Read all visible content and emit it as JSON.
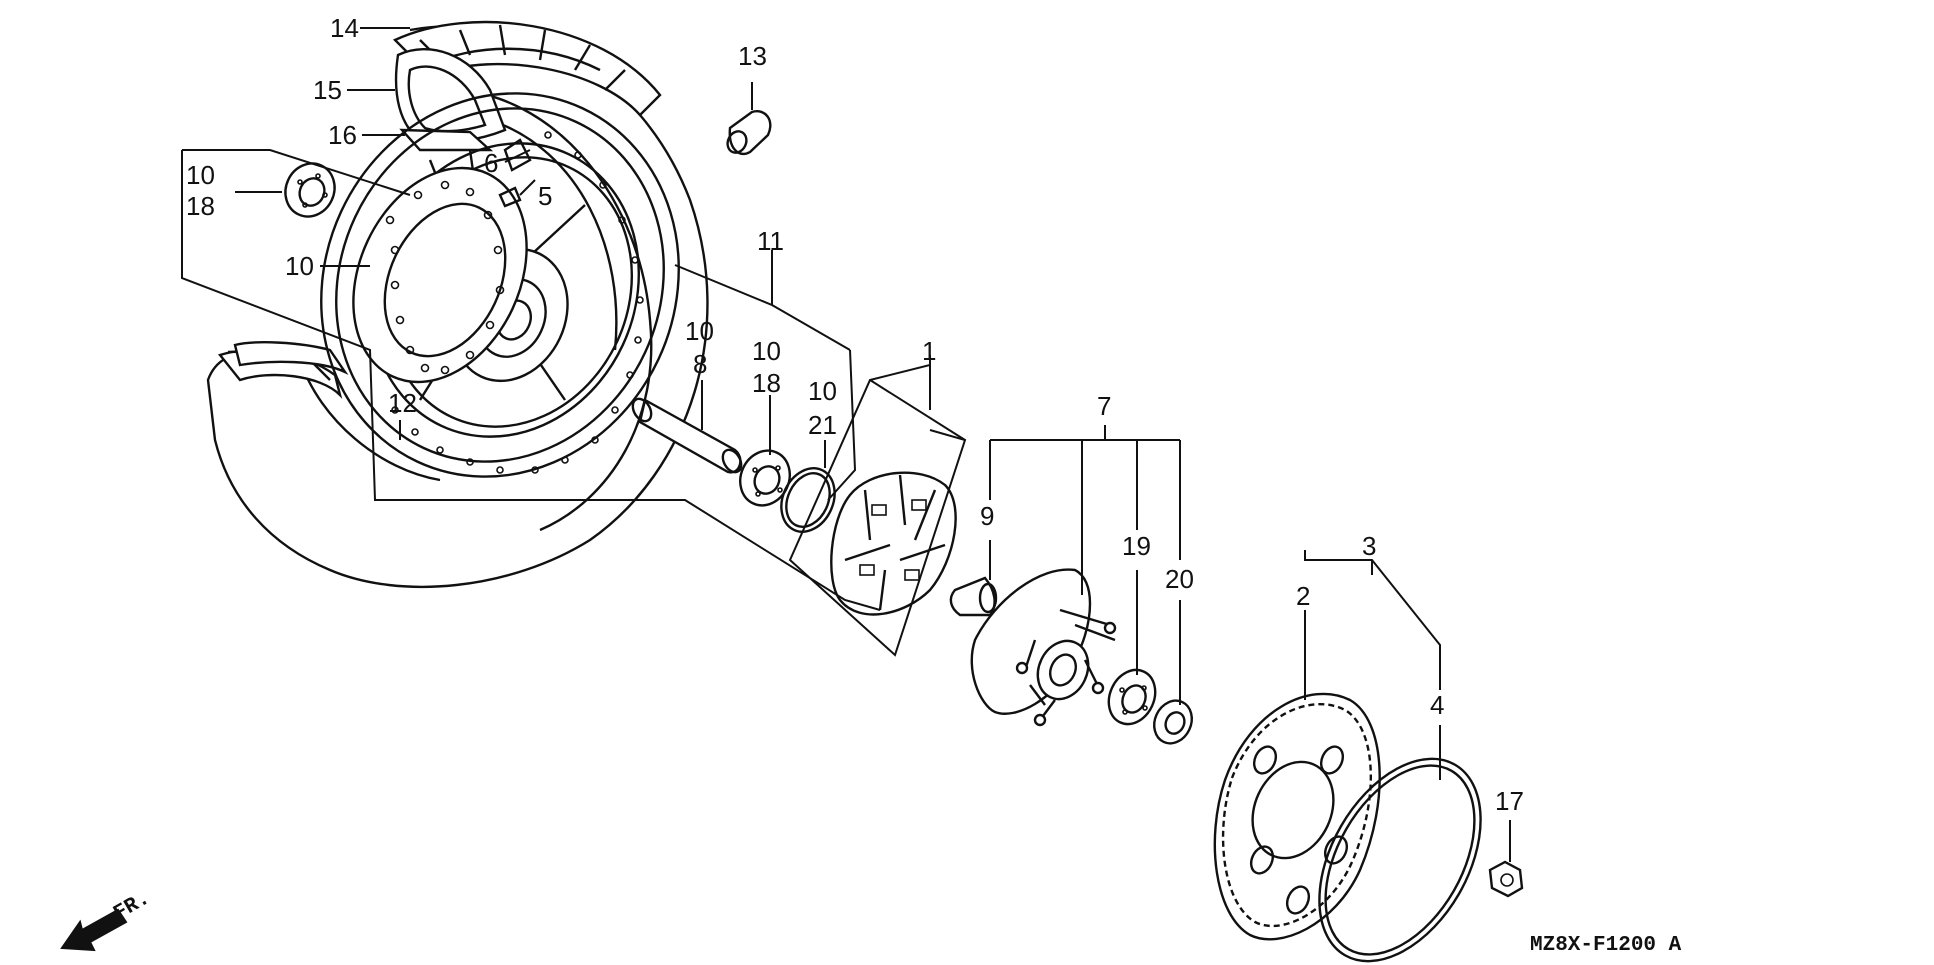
{
  "diagram": {
    "drawing_code": "MZ8X-F1200 A",
    "front_marker": "FR.",
    "callouts": {
      "c1": "1",
      "c2": "2",
      "c3": "3",
      "c4": "4",
      "c5": "5",
      "c6": "6",
      "c7": "7",
      "c8": "8",
      "c9": "9",
      "c10a": "10",
      "c10b": "10",
      "c10c": "10",
      "c10d": "10",
      "c10e": "10",
      "c11": "11",
      "c12": "12",
      "c13": "13",
      "c14": "14",
      "c15": "15",
      "c16": "16",
      "c17": "17",
      "c18a": "18",
      "c18b": "18",
      "c19": "19",
      "c20": "20",
      "c21": "21"
    }
  }
}
